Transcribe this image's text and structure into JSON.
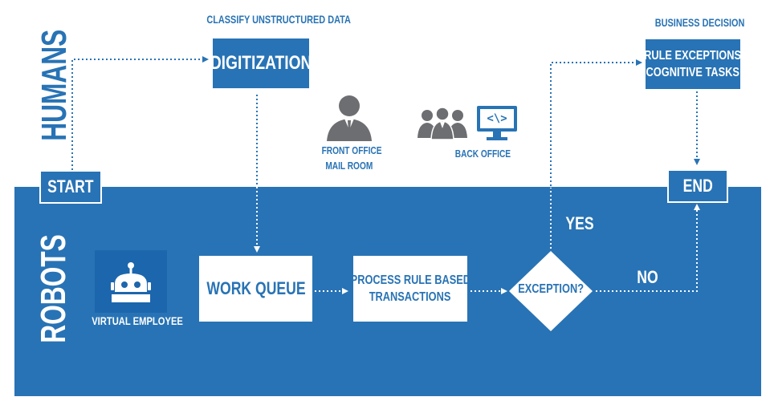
{
  "lanes": {
    "humans": "HUMANS",
    "robots": "ROBOTS"
  },
  "captions": {
    "classify": "CLASSIFY UNSTRUCTURED DATA",
    "business_decision": "BUSINESS DECISION"
  },
  "nodes": {
    "start": "START",
    "digitization": "DIGITIZATION",
    "rule_exceptions_line1": "RULE EXCEPTIONS",
    "rule_exceptions_line2": "COGNITIVE TASKS",
    "end": "END",
    "work_queue": "WORK QUEUE",
    "process_line1": "PROCESS RULE BASED",
    "process_line2": "TRANSACTIONS",
    "exception": "EXCEPTION?"
  },
  "icons": {
    "front_office_line1": "FRONT OFFICE",
    "front_office_line2": "MAIL ROOM",
    "back_office": "BACK OFFICE",
    "code_symbol": "<\\>",
    "virtual_employee": "VIRTUAL EMPLOYEE"
  },
  "edges": {
    "yes": "YES",
    "no": "NO"
  },
  "colors": {
    "primary_blue": "#2873b5",
    "icon_gray": "#6d6e71",
    "white": "#ffffff"
  }
}
